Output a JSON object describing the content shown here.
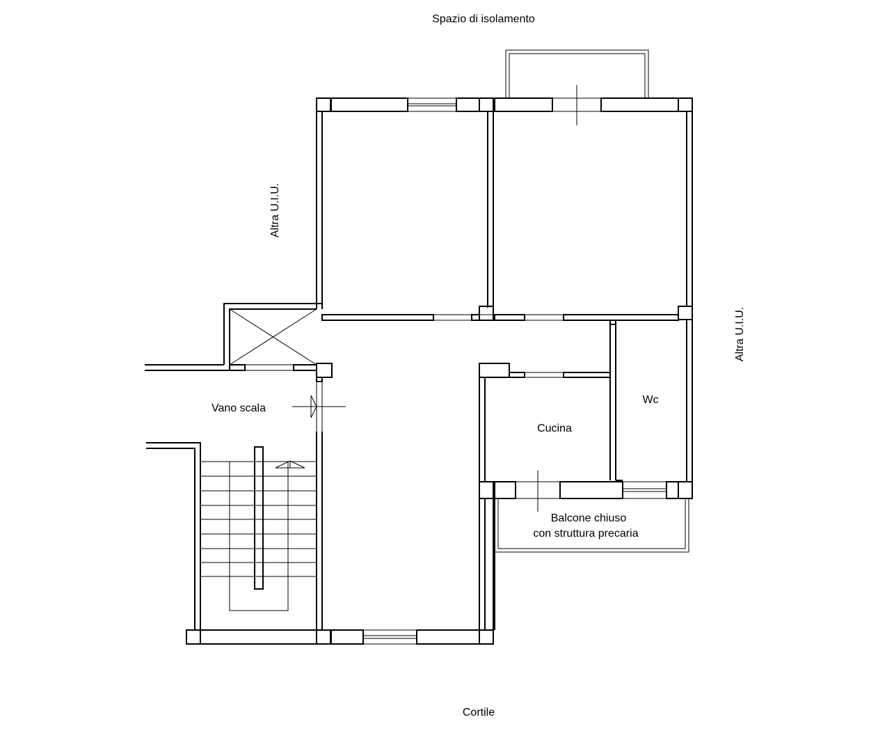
{
  "labels": {
    "top": "Spazio di isolamento",
    "bottom": "Cortile",
    "left_side": "Altra U.I.U.",
    "right_side": "Altra U.I.U.",
    "stair": "Vano scala",
    "kitchen": "Cucina",
    "wc": "Wc",
    "balcony_line1": "Balcone chiuso",
    "balcony_line2": "con struttura precaria"
  }
}
